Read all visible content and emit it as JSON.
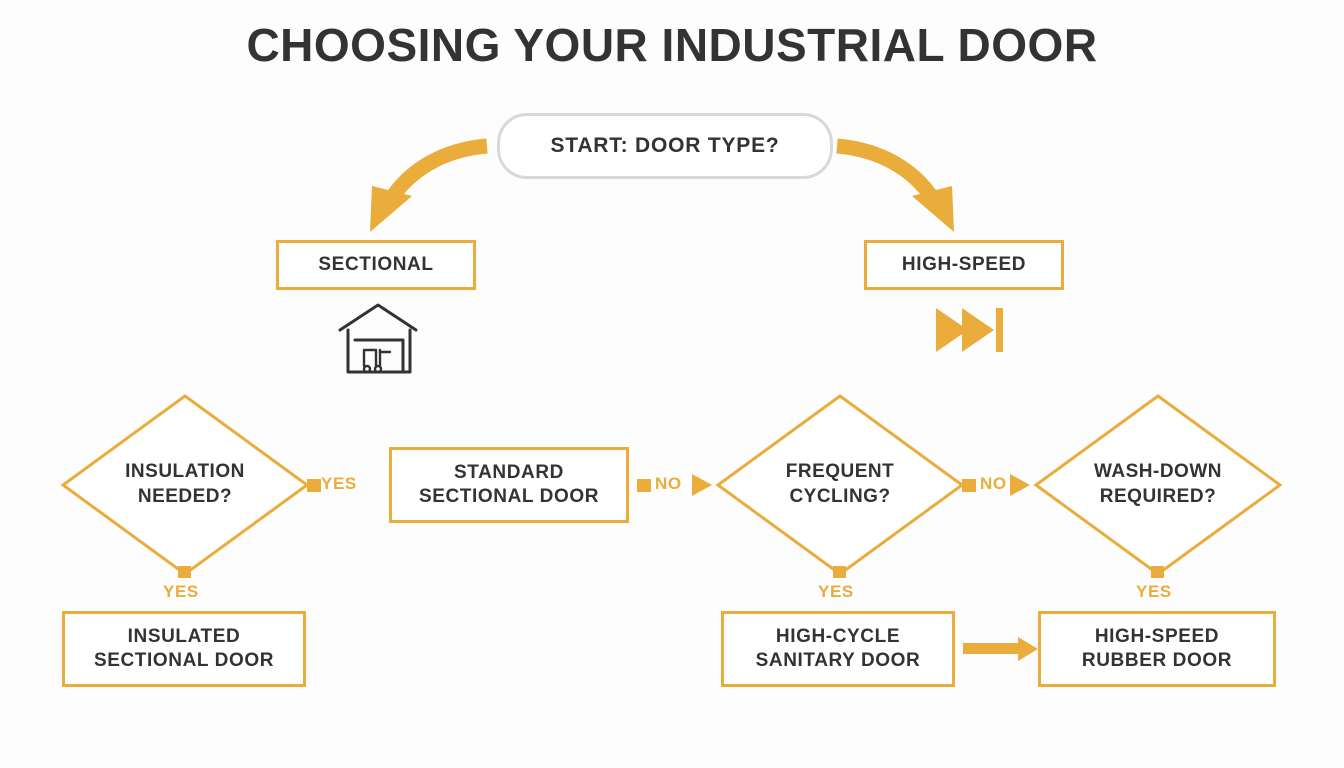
{
  "title": "CHOOSING YOUR INDUSTRIAL DOOR",
  "colors": {
    "accent": "#eaac3b",
    "text": "#333333",
    "start_border": "#d8d8d8",
    "background": "#fdfdfd"
  },
  "nodes": {
    "start": "START: DOOR TYPE?",
    "sectional": "SECTIONAL",
    "high_speed": "HIGH-SPEED",
    "insulation_needed": "INSULATION NEEDED?",
    "standard_sectional_door": "STANDARD SECTIONAL DOOR",
    "frequent_cycling": "FREQUENT CYCLING?",
    "wash_down_required": "WASH-DOWN REQUIRED?",
    "insulated_sectional_door": "INSULATED SECTIONAL DOOR",
    "high_cycle_sanitary_door": "HIGH-CYCLE SANITARY DOOR",
    "high_speed_rubber_door": "HIGH-SPEED RUBBER DOOR"
  },
  "node_lines": {
    "insulation_needed_l1": "INSULATION",
    "insulation_needed_l2": "NEEDED?",
    "standard_sectional_l1": "STANDARD",
    "standard_sectional_l2": "SECTIONAL DOOR",
    "frequent_cycling_l1": "FREQUENT",
    "frequent_cycling_l2": "CYCLING?",
    "wash_down_l1": "WASH-DOWN",
    "wash_down_l2": "REQUIRED?",
    "insulated_sectional_l1": "INSULATED",
    "insulated_sectional_l2": "SECTIONAL DOOR",
    "high_cycle_l1": "HIGH-CYCLE",
    "high_cycle_l2": "SANITARY DOOR",
    "high_speed_rubber_l1": "HIGH-SPEED",
    "high_speed_rubber_l2": "RUBBER DOOR"
  },
  "edges": {
    "insulation_yes": "YES",
    "insulation_down_yes": "YES",
    "standard_no": "NO",
    "frequent_no": "NO",
    "frequent_down_yes": "YES",
    "washdown_down_yes": "YES"
  },
  "icons": {
    "warehouse": "warehouse-forklift-icon",
    "fast_forward": "fast-forward-icon"
  }
}
